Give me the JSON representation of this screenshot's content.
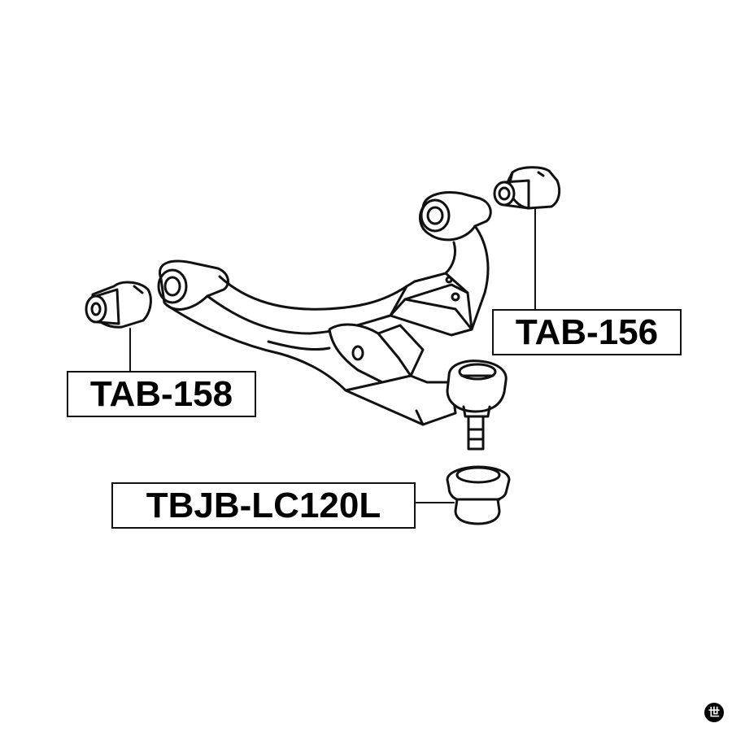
{
  "parts": {
    "upper_right_bushing": "TAB-156",
    "left_bushing": "TAB-158",
    "ball_joint": "TBJB-LC120L"
  },
  "logo": {
    "glyph": "世"
  },
  "colors": {
    "line": "#111111",
    "background": "#ffffff"
  }
}
